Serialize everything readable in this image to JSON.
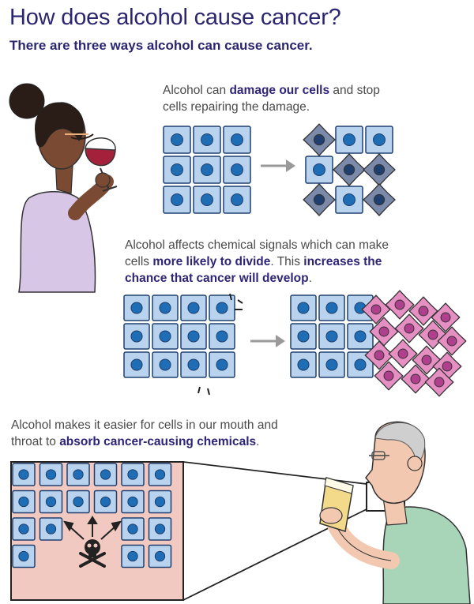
{
  "title": "How does alcohol cause cancer?",
  "subtitle": "There are three ways alcohol can cause cancer.",
  "sections": [
    {
      "parts": [
        {
          "text": "Alcohol can ",
          "bold": false
        },
        {
          "text": "damage our cells",
          "bold": true
        },
        {
          "text": " and stop cells repairing the damage.",
          "bold": false
        }
      ]
    },
    {
      "parts": [
        {
          "text": "Alcohol affects chemical signals which can make cells ",
          "bold": false
        },
        {
          "text": "more likely to divide",
          "bold": true
        },
        {
          "text": ". This ",
          "bold": false
        },
        {
          "text": "increases the chance that cancer will develop",
          "bold": true
        },
        {
          "text": ".",
          "bold": false
        }
      ]
    },
    {
      "parts": [
        {
          "text": "Alcohol makes it easier for cells in our mouth and throat to ",
          "bold": false
        },
        {
          "text": "absorb cancer-causing chemicals",
          "bold": true
        },
        {
          "text": ".",
          "bold": false
        }
      ]
    }
  ],
  "colors": {
    "title": "#2a2670",
    "emphasis": "#2e2478",
    "cell_fill": "#b9d3ee",
    "cell_stroke": "#1f3f6e",
    "nucleus": "#1f6eb5",
    "damaged_cell": "#7a8aa8",
    "cancer_cell": "#e58fc3",
    "cancer_nucleus": "#b0408e",
    "arrow": "#9a9a9a",
    "tissue_bg": "#f2c9c0",
    "woman_skin": "#7a4a32",
    "woman_top": "#d7c6e6",
    "man_skin": "#f2c9b0",
    "man_shirt": "#a8d5b8",
    "wine": "#a3213a"
  },
  "icons": [
    "wine-glass-icon",
    "beer-glass-icon",
    "skull-crossbones-icon"
  ]
}
